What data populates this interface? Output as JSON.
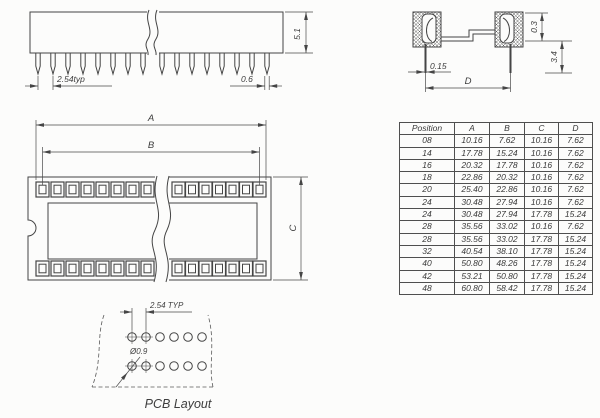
{
  "page": {
    "background": "#fcfcfb"
  },
  "side_view": {
    "pitch_dim": "2.54typ",
    "pin_width_dim": "0.6",
    "body_height_dim": "5.1"
  },
  "end_view": {
    "contact_top_dim": "0.3",
    "standoff_dim": "3.4",
    "pin_thickness_dim": "0.15",
    "row_span_dim": "D"
  },
  "top_view": {
    "overall_length_dim": "A",
    "contact_span_dim": "B",
    "body_width_dim": "C"
  },
  "pcb_layout": {
    "pitch_dim": "2.54 TYP",
    "hole_diameter_dim": "Ø0.9",
    "caption": "PCB Layout"
  },
  "table": {
    "headers": {
      "position": "Position",
      "a": "A",
      "b": "B",
      "c": "C",
      "d": "D"
    },
    "rows": [
      {
        "position": "08",
        "a": "10.16",
        "b": "7.62",
        "c": "10.16",
        "d": "7.62"
      },
      {
        "position": "14",
        "a": "17.78",
        "b": "15.24",
        "c": "10.16",
        "d": "7.62"
      },
      {
        "position": "16",
        "a": "20.32",
        "b": "17.78",
        "c": "10.16",
        "d": "7.62"
      },
      {
        "position": "18",
        "a": "22.86",
        "b": "20.32",
        "c": "10.16",
        "d": "7.62"
      },
      {
        "position": "20",
        "a": "25.40",
        "b": "22.86",
        "c": "10.16",
        "d": "7.62"
      },
      {
        "position": "24",
        "a": "30.48",
        "b": "27.94",
        "c": "10.16",
        "d": "7.62"
      },
      {
        "position": "24",
        "a": "30.48",
        "b": "27.94",
        "c": "17.78",
        "d": "15.24"
      },
      {
        "position": "28",
        "a": "35.56",
        "b": "33.02",
        "c": "10.16",
        "d": "7.62"
      },
      {
        "position": "28",
        "a": "35.56",
        "b": "33.02",
        "c": "17.78",
        "d": "15.24"
      },
      {
        "position": "32",
        "a": "40.54",
        "b": "38.10",
        "c": "17.78",
        "d": "15.24"
      },
      {
        "position": "40",
        "a": "50.80",
        "b": "48.26",
        "c": "17.78",
        "d": "15.24"
      },
      {
        "position": "42",
        "a": "53.21",
        "b": "50.80",
        "c": "17.78",
        "d": "15.24"
      },
      {
        "position": "48",
        "a": "60.80",
        "b": "58.42",
        "c": "17.78",
        "d": "15.24"
      }
    ]
  }
}
